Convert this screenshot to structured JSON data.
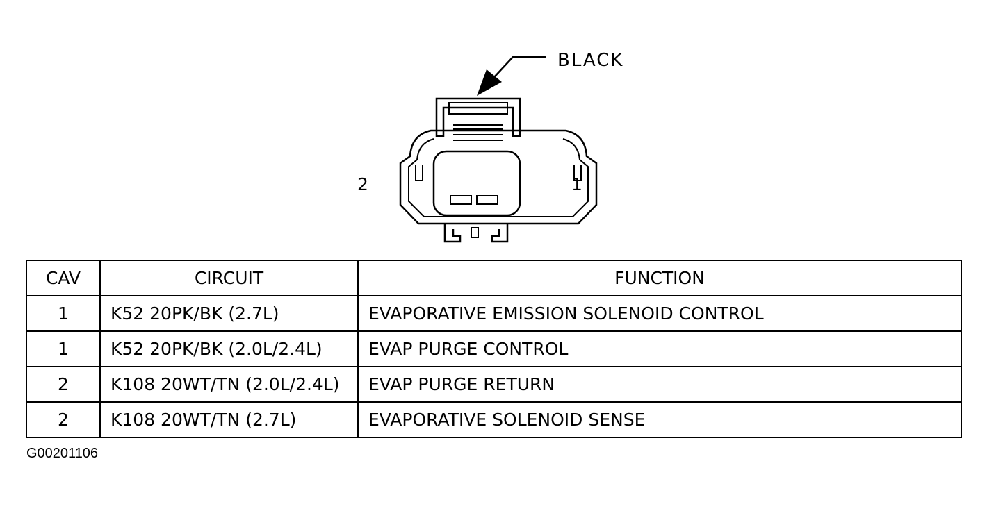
{
  "connector": {
    "color_label": "BLACK",
    "pin_left_label": "2",
    "pin_right_label": "1"
  },
  "table": {
    "headers": {
      "cav": "CAV",
      "circuit": "CIRCUIT",
      "function": "FUNCTION"
    },
    "rows": [
      {
        "cav": "1",
        "circuit": "K52 20PK/BK (2.7L)",
        "function": "EVAPORATIVE EMISSION SOLENOID CONTROL"
      },
      {
        "cav": "1",
        "circuit": "K52 20PK/BK (2.0L/2.4L)",
        "function": "EVAP PURGE CONTROL"
      },
      {
        "cav": "2",
        "circuit": "K108 20WT/TN (2.0L/2.4L)",
        "function": "EVAP PURGE RETURN"
      },
      {
        "cav": "2",
        "circuit": "K108 20WT/TN (2.7L)",
        "function": "EVAPORATIVE SOLENOID SENSE"
      }
    ]
  },
  "figure_id": "G00201106"
}
